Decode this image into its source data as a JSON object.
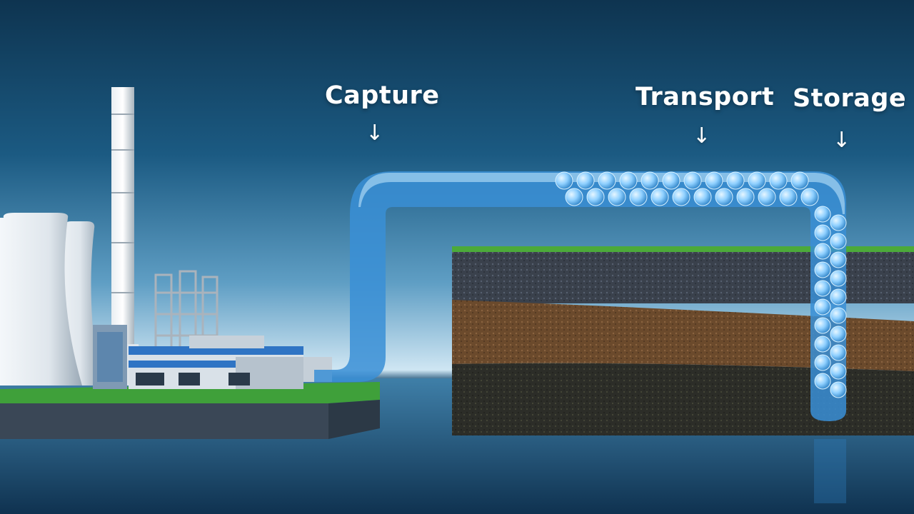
{
  "diagram": {
    "stages": [
      {
        "id": "capture",
        "label": "Capture",
        "arrow": "↓"
      },
      {
        "id": "transport",
        "label": "Transport",
        "arrow": "↓"
      },
      {
        "id": "storage",
        "label": "Storage",
        "arrow": "↓"
      }
    ]
  },
  "colors": {
    "sky_top": "#0e3450",
    "pipe": "#3a8fd6",
    "bubble": "#8fd0ff",
    "grass": "#4caa3a",
    "rock_top": "#3a414c",
    "soil": "#6b4a2c",
    "rock_bottom": "#2c2d28"
  }
}
